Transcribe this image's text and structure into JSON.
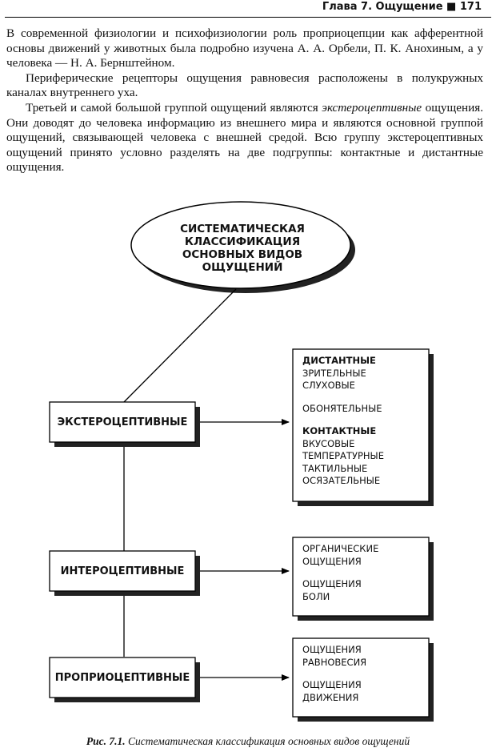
{
  "header": {
    "chapter": "Глава 7. Ощущение ■ 171"
  },
  "paragraphs": {
    "p1": "В современной физиологии и психофизиологии роль проприоцепции как афферентной основы движений у животных была подробно изучена А. А. Орбели, П. К. Анохиным, а у человека — Н. А. Бернштейном.",
    "p2": "Периферические рецепторы ощущения равновесия расположены в полукружных каналах внутреннего уха.",
    "p3_start": "Третьей и самой большой группой ощущений являются ",
    "p3_term": "экстероцептивные",
    "p3_end": " ощущения. Они доводят до человека информацию из внешнего мира и являются основной группой ощущений, связывающей человека с внешней средой. Всю группу экстероцептивных ощущений принято условно разделять на две подгруппы: контактные и дистантные ощущения."
  },
  "diagram": {
    "root": {
      "line1": "СИСТЕМАТИЧЕСКАЯ",
      "line2": "КЛАССИФИКАЦИЯ",
      "line3": "ОСНОВНЫХ ВИДОВ",
      "line4": "ОЩУЩЕНИЙ"
    },
    "exteroceptive": {
      "label": "ЭКСТЕРОЦЕПТИВНЫЕ",
      "distant_heading": "ДИСТАНТНЫЕ",
      "distant_items": [
        "ЗРИТЕЛЬНЫЕ",
        "СЛУХОВЫЕ",
        "ОБОНЯТЕЛЬНЫЕ"
      ],
      "contact_heading": "КОНТАКТНЫЕ",
      "contact_items": [
        "ВКУСОВЫЕ",
        "ТЕМПЕРАТУРНЫЕ",
        "ТАКТИЛЬНЫЕ",
        "ОСЯЗАТЕЛЬНЫЕ"
      ]
    },
    "interoceptive": {
      "label": "ИНТЕРОЦЕПТИВНЫЕ",
      "items": [
        "ОРГАНИЧЕСКИЕ",
        "ОЩУЩЕНИЯ",
        "ОЩУЩЕНИЯ",
        "БОЛИ"
      ]
    },
    "proprioceptive": {
      "label": "ПРОПРИОЦЕПТИВНЫЕ",
      "items": [
        "ОЩУЩЕНИЯ",
        "РАВНОВЕСИЯ",
        "ОЩУЩЕНИЯ",
        "ДВИЖЕНИЯ"
      ]
    }
  },
  "caption": {
    "number": "Рис. 7.1.",
    "text": " Систематическая классификация основных видов ощущений"
  }
}
